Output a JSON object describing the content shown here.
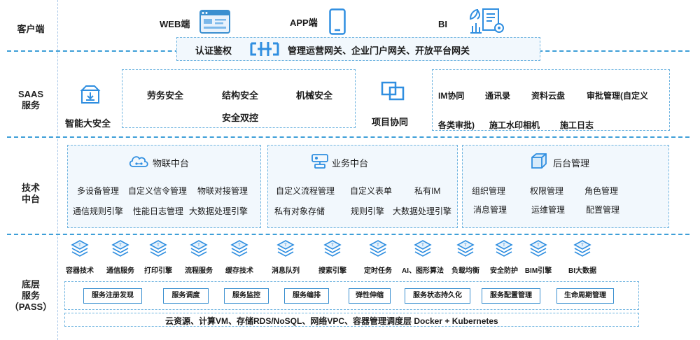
{
  "layers": {
    "client": "客户端",
    "saas": "SAAS\n服务",
    "tech": "技术\n中台",
    "base": "底层\n服务\n（PASS）"
  },
  "client": {
    "web": "WEB端",
    "app": "APP端",
    "bi": "BI"
  },
  "gateway": {
    "auth": "认证鉴权",
    "text": "管理运营网关、企业门户网关、开放平台网关"
  },
  "saas": {
    "smart_safety": "智能大安全",
    "safety_items": [
      "劳务安全",
      "结构安全",
      "机械安全",
      "安全双控"
    ],
    "project_collab": "项目协同",
    "collab_items": [
      "IM协同",
      "通讯录",
      "资料云盘",
      "审批管理(自定义",
      "各类审批)",
      "施工水印相机",
      "施工日志"
    ]
  },
  "tech": {
    "iot": {
      "title": "物联中台",
      "items": [
        "多设备管理",
        "自定义信令管理",
        "物联对接管理",
        "通信规则引擎",
        "性能日志管理",
        "大数据处理引擎"
      ]
    },
    "biz": {
      "title": "业务中台",
      "items": [
        "自定义流程管理",
        "自定义表单",
        "私有IM",
        "私有对象存储",
        "规则引擎",
        "大数据处理引擎"
      ]
    },
    "backend": {
      "title": "后台管理",
      "items": [
        "组织管理",
        "权限管理",
        "角色管理",
        "消息管理",
        "运维管理",
        "配置管理"
      ]
    }
  },
  "base": {
    "services": [
      "容器技术",
      "通信服务",
      "打印引擎",
      "流程服务",
      "缓存技术",
      "消息队列",
      "搜索引擎",
      "定时任务",
      "AI、图形算法",
      "负载均衡",
      "安全防护",
      "BIM引擎",
      "BI大数据"
    ],
    "infra": [
      "服务注册发现",
      "服务调度",
      "服务监控",
      "服务编排",
      "弹性伸缩",
      "服务状态持久化",
      "服务配置管理",
      "生命周期管理"
    ],
    "cloud": "云资源、计算VM、存储RDS/NoSQL、网络VPC、容器管理调度层 Docker + Kubernetes"
  },
  "colors": {
    "accent": "#2f8ee0",
    "dash": "#3e9fd8",
    "box_fill": "#f2f8fd",
    "box_border": "#6fb4e0"
  },
  "icons": {
    "web": "browser-window-icon",
    "app": "smartphone-icon",
    "bi": "dashboard-report-icon",
    "gateway": "gateway-node-icon",
    "smart_safety": "safety-box-icon",
    "project_collab": "overlap-squares-icon",
    "iot": "cloud-network-icon",
    "biz": "flow-chart-icon",
    "backend": "cube-icon",
    "service": "layer-stack-icon"
  }
}
